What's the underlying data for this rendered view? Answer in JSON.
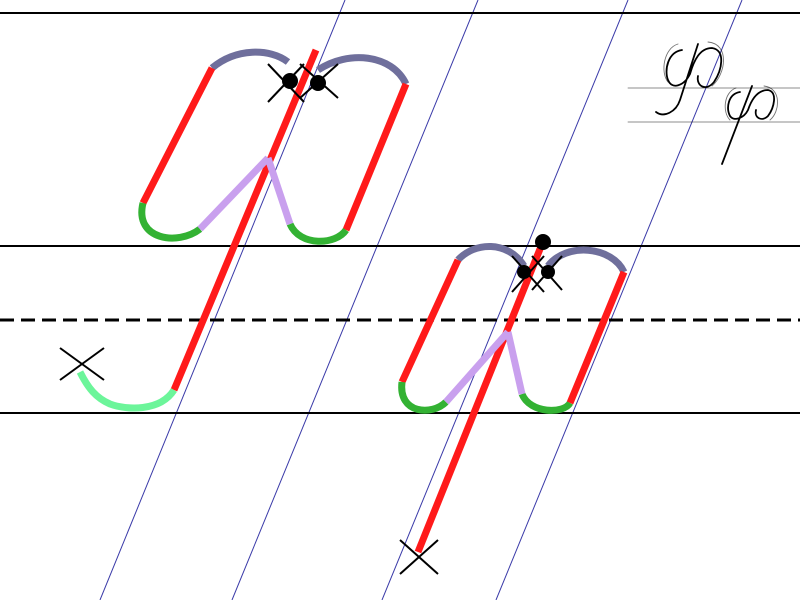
{
  "colors": {
    "background": "#ffffff",
    "ruling_line": "#000000",
    "dashed_midline": "#000000",
    "slant_guide": "#3a3aa8",
    "stroke_straight": "#ff1a1a",
    "stroke_top_arc": "#6f6f9c",
    "stroke_bottom_arc": "#33b233",
    "stroke_diagonal": "#c9a0ee",
    "stroke_tail": "#6cf59a",
    "marker": "#000000",
    "sample_ink": "#000000"
  },
  "glyphs": [
    {
      "id": "large-letter",
      "variant": "descender tail hook"
    },
    {
      "id": "small-letter",
      "variant": "straight descender"
    }
  ],
  "icons": {
    "start_marker": "x-mark-icon",
    "join_point": "dot-icon"
  }
}
